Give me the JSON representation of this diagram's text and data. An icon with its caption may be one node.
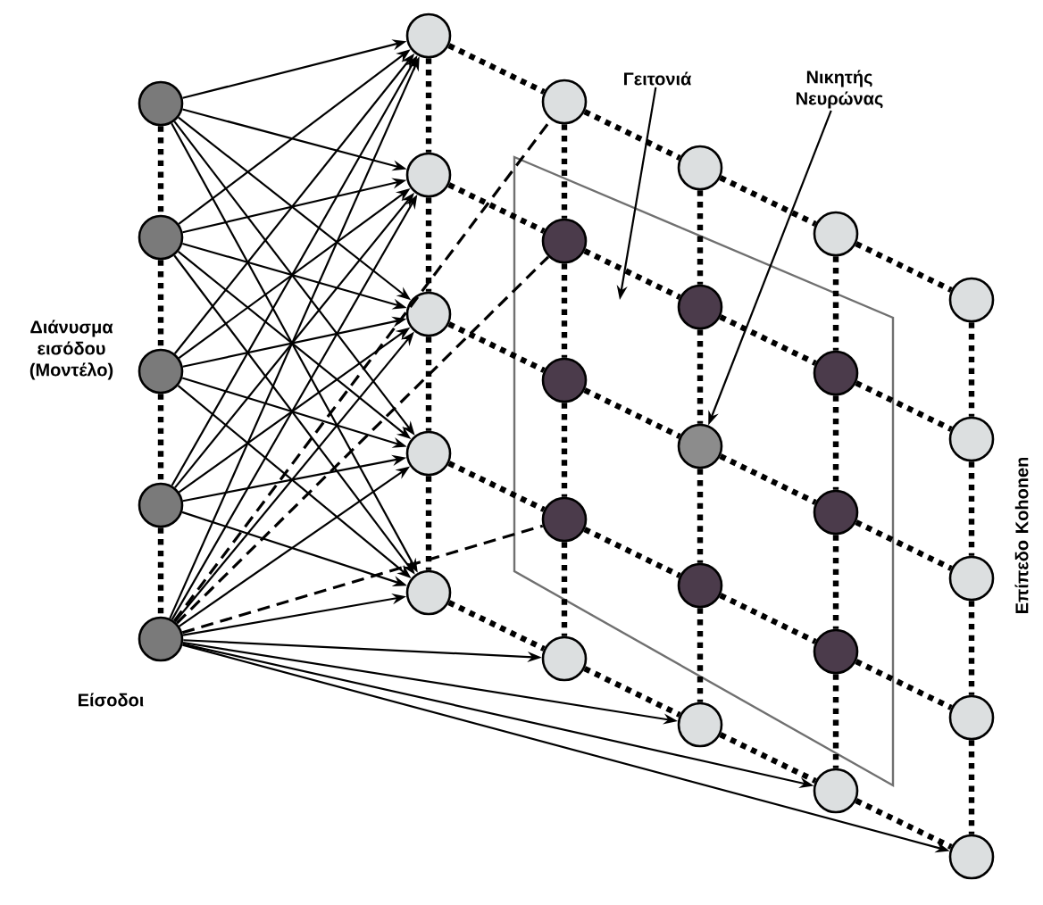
{
  "diagram": {
    "nodes": [
      {
        "text": [],
        "shape": "circle"
      },
      {
        "text": [],
        "shape": "circle"
      },
      {
        "text": [],
        "shape": "circle"
      },
      {
        "text": [],
        "shape": "circle"
      },
      {
        "text": [],
        "shape": "circle"
      },
      {
        "text": [],
        "shape": "box"
      },
      {
        "text": [],
        "shape": "circle"
      },
      {
        "text": [],
        "shape": "circle"
      },
      {
        "text": [],
        "shape": "circle"
      },
      {
        "text": [],
        "shape": "circle"
      },
      {
        "text": [],
        "shape": "circle"
      },
      {
        "text": [],
        "shape": "circle"
      },
      {
        "text": [],
        "shape": "circle",
        "in": 5
      },
      {
        "text": [],
        "shape": "circle",
        "in": 5
      },
      {
        "text": [],
        "shape": "circle",
        "in": 5
      },
      {
        "text": [],
        "shape": "circle"
      },
      {
        "text": [],
        "shape": "circle"
      },
      {
        "text": [],
        "shape": "circle",
        "in": 5
      },
      {
        "text": [],
        "shape": "circle",
        "in": 5
      },
      {
        "text": [],
        "shape": "circle",
        "in": 5
      },
      {
        "text": [],
        "shape": "circle"
      },
      {
        "text": [],
        "shape": "circle"
      },
      {
        "text": [],
        "shape": "circle",
        "in": 5
      },
      {
        "text": [],
        "shape": "circle",
        "in": 5
      },
      {
        "text": [],
        "shape": "circle",
        "in": 5
      },
      {
        "text": [],
        "shape": "circle"
      },
      {
        "text": [],
        "shape": "circle"
      },
      {
        "text": [],
        "shape": "circle"
      },
      {
        "text": [],
        "shape": "circle"
      },
      {
        "text": [],
        "shape": "circle"
      },
      {
        "text": [],
        "shape": "circle"
      },
      {
        "text": [
          "Γειτονιά"
        ]
      },
      {
        "text": [
          "Νικητής Νευρώνας"
        ]
      }
    ],
    "edges": [
      {
        "from": 0,
        "to": 1,
        "arrow": "none",
        "style": "dashed"
      },
      {
        "from": 1,
        "to": 2,
        "arrow": "none",
        "style": "dashed"
      },
      {
        "from": 2,
        "to": 3,
        "arrow": "none",
        "style": "dashed"
      },
      {
        "from": 3,
        "to": 4,
        "arrow": "none",
        "style": "dashed"
      },
      {
        "from": 0,
        "to": 6,
        "arrow": "to"
      },
      {
        "from": 0,
        "to": 7,
        "arrow": "to"
      },
      {
        "from": 0,
        "to": 8,
        "arrow": "to"
      },
      {
        "from": 0,
        "to": 9,
        "arrow": "to"
      },
      {
        "from": 0,
        "to": 10,
        "arrow": "to"
      },
      {
        "from": 1,
        "to": 6,
        "arrow": "to"
      },
      {
        "from": 1,
        "to": 7,
        "arrow": "to"
      },
      {
        "from": 1,
        "to": 8,
        "arrow": "to"
      },
      {
        "from": 1,
        "to": 9,
        "arrow": "to"
      },
      {
        "from": 1,
        "to": 10,
        "arrow": "to"
      },
      {
        "from": 2,
        "to": 6,
        "arrow": "to"
      },
      {
        "from": 2,
        "to": 7,
        "arrow": "to"
      },
      {
        "from": 2,
        "to": 8,
        "arrow": "to"
      },
      {
        "from": 2,
        "to": 9,
        "arrow": "to"
      },
      {
        "from": 2,
        "to": 10,
        "arrow": "to"
      },
      {
        "from": 3,
        "to": 6,
        "arrow": "to"
      },
      {
        "from": 3,
        "to": 7,
        "arrow": "to"
      },
      {
        "from": 3,
        "to": 8,
        "arrow": "to"
      },
      {
        "from": 3,
        "to": 9,
        "arrow": "to"
      },
      {
        "from": 3,
        "to": 10,
        "arrow": "to"
      },
      {
        "from": 4,
        "to": 6,
        "arrow": "to"
      },
      {
        "from": 4,
        "to": 7,
        "arrow": "to"
      },
      {
        "from": 4,
        "to": 8,
        "arrow": "to"
      },
      {
        "from": 4,
        "to": 9,
        "arrow": "to"
      },
      {
        "from": 4,
        "to": 10,
        "arrow": "to"
      },
      {
        "from": 4,
        "to": 15,
        "arrow": "to"
      },
      {
        "from": 4,
        "to": 20,
        "arrow": "to"
      },
      {
        "from": 4,
        "to": 25,
        "arrow": "to"
      },
      {
        "from": 4,
        "to": 30,
        "arrow": "to"
      },
      {
        "from": 4,
        "to": 11,
        "arrow": "none",
        "style": "dashed"
      },
      {
        "from": 4,
        "to": 12,
        "arrow": "none",
        "style": "dashed"
      },
      {
        "from": 4,
        "to": 14,
        "arrow": "none",
        "style": "dashed"
      },
      {
        "from": 6,
        "to": 7,
        "arrow": "none",
        "style": "dashed"
      },
      {
        "from": 7,
        "to": 8,
        "arrow": "none",
        "style": "dashed"
      },
      {
        "from": 8,
        "to": 9,
        "arrow": "none",
        "style": "dashed"
      },
      {
        "from": 9,
        "to": 10,
        "arrow": "none",
        "style": "dashed"
      },
      {
        "from": 11,
        "to": 12,
        "arrow": "none",
        "style": "dashed"
      },
      {
        "from": 12,
        "to": 13,
        "arrow": "none",
        "style": "dashed"
      },
      {
        "from": 13,
        "to": 14,
        "arrow": "none",
        "style": "dashed"
      },
      {
        "from": 14,
        "to": 15,
        "arrow": "none",
        "style": "dashed"
      },
      {
        "from": 16,
        "to": 17,
        "arrow": "none",
        "style": "dashed"
      },
      {
        "from": 17,
        "to": 18,
        "arrow": "none",
        "style": "dashed"
      },
      {
        "from": 18,
        "to": 19,
        "arrow": "none",
        "style": "dashed"
      },
      {
        "from": 19,
        "to": 20,
        "arrow": "none",
        "style": "dashed"
      },
      {
        "from": 21,
        "to": 22,
        "arrow": "none",
        "style": "dashed"
      },
      {
        "from": 22,
        "to": 23,
        "arrow": "none",
        "style": "dashed"
      },
      {
        "from": 23,
        "to": 24,
        "arrow": "none",
        "style": "dashed"
      },
      {
        "from": 24,
        "to": 25,
        "arrow": "none",
        "style": "dashed"
      },
      {
        "from": 26,
        "to": 27,
        "arrow": "none",
        "style": "dashed"
      },
      {
        "from": 27,
        "to": 28,
        "arrow": "none",
        "style": "dashed"
      },
      {
        "from": 28,
        "to": 29,
        "arrow": "none",
        "style": "dashed"
      },
      {
        "from": 29,
        "to": 30,
        "arrow": "none",
        "style": "dashed"
      },
      {
        "from": 6,
        "to": 11,
        "arrow": "none",
        "style": "dashed"
      },
      {
        "from": 11,
        "to": 16,
        "arrow": "none",
        "style": "dashed"
      },
      {
        "from": 16,
        "to": 21,
        "arrow": "none",
        "style": "dashed"
      },
      {
        "from": 21,
        "to": 26,
        "arrow": "none",
        "style": "dashed"
      },
      {
        "from": 7,
        "to": 12,
        "arrow": "none",
        "style": "dashed"
      },
      {
        "from": 12,
        "to": 17,
        "arrow": "none",
        "style": "dashed"
      },
      {
        "from": 17,
        "to": 22,
        "arrow": "none",
        "style": "dashed"
      },
      {
        "from": 22,
        "to": 27,
        "arrow": "none",
        "style": "dashed"
      },
      {
        "from": 8,
        "to": 13,
        "arrow": "none",
        "style": "dashed"
      },
      {
        "from": 13,
        "to": 18,
        "arrow": "none",
        "style": "dashed"
      },
      {
        "from": 18,
        "to": 23,
        "arrow": "none",
        "style": "dashed"
      },
      {
        "from": 23,
        "to": 28,
        "arrow": "none",
        "style": "dashed"
      },
      {
        "from": 9,
        "to": 14,
        "arrow": "none",
        "style": "dashed"
      },
      {
        "from": 14,
        "to": 19,
        "arrow": "none",
        "style": "dashed"
      },
      {
        "from": 19,
        "to": 24,
        "arrow": "none",
        "style": "dashed"
      },
      {
        "from": 24,
        "to": 29,
        "arrow": "none",
        "style": "dashed"
      },
      {
        "from": 10,
        "to": 15,
        "arrow": "none",
        "style": "dashed"
      },
      {
        "from": 15,
        "to": 20,
        "arrow": "none",
        "style": "dashed"
      },
      {
        "from": 20,
        "to": 25,
        "arrow": "none",
        "style": "dashed"
      },
      {
        "from": 25,
        "to": 30,
        "arrow": "none",
        "style": "dashed"
      },
      {
        "from": 31,
        "to": 5,
        "arrow": "to"
      },
      {
        "from": 32,
        "to": 18,
        "arrow": "to"
      }
    ],
    "labels": [
      "Διάνυσμα εισόδου (Μοντέλο)",
      "Είσοδοι",
      "Επίπεδο Kohonen"
    ]
  }
}
